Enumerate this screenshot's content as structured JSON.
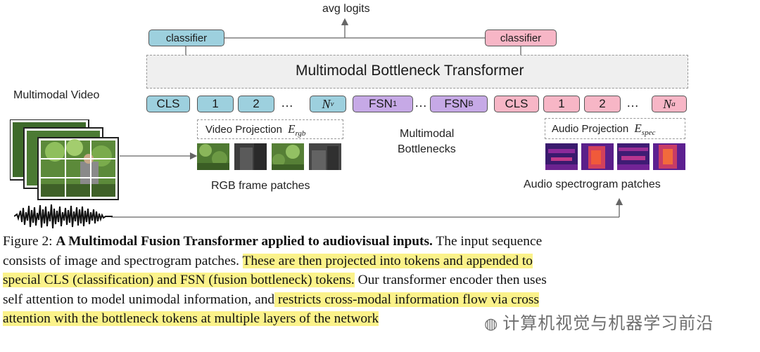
{
  "diagram": {
    "output_label": "avg logits",
    "classifier_left": "classifier",
    "classifier_right": "classifier",
    "transformer_label": "Multimodal Bottleneck Transformer",
    "input_label": "Multimodal Video",
    "tokens": {
      "video": [
        {
          "text": "CLS"
        },
        {
          "text": "1"
        },
        {
          "text": "2"
        },
        {
          "text": "…"
        },
        {
          "text": "N",
          "sub": "v"
        }
      ],
      "bottleneck": [
        {
          "text": "FSN",
          "sub": "1"
        },
        {
          "text": "…"
        },
        {
          "text": "FSN",
          "sub": "B"
        }
      ],
      "audio": [
        {
          "text": "CLS"
        },
        {
          "text": "1"
        },
        {
          "text": "2"
        },
        {
          "text": "…"
        },
        {
          "text": "N",
          "sub": "a"
        }
      ]
    },
    "video_projection": {
      "label": "Video Projection",
      "symbol": "E",
      "sub": "rgb"
    },
    "audio_projection": {
      "label": "Audio Projection",
      "symbol": "E",
      "sub": "spec"
    },
    "bottleneck_label_1": "Multimodal",
    "bottleneck_label_2": "Bottlenecks",
    "rgb_patches_label": "RGB frame patches",
    "audio_patches_label": "Audio spectrogram patches",
    "colors": {
      "video_token": "#9dd0de",
      "bottleneck_token": "#c6a9e6",
      "audio_token": "#f7b6c6",
      "highlight": "#fbf28a"
    }
  },
  "caption": {
    "lines": [
      [
        {
          "text": "Figure 2: ",
          "bold": false,
          "hl": false
        },
        {
          "text": "A Multimodal Fusion Transformer applied to audiovisual inputs.",
          "bold": true,
          "hl": false
        },
        {
          "text": " The input sequence",
          "bold": false,
          "hl": false
        }
      ],
      [
        {
          "text": "consists of image and spectrogram patches. ",
          "bold": false,
          "hl": false
        },
        {
          "text": "These are then projected into tokens and appended to",
          "bold": false,
          "hl": true
        }
      ],
      [
        {
          "text": "special CLS (classification) and FSN (fusion bottleneck) tokens.",
          "bold": false,
          "hl": true
        },
        {
          "text": " Our transformer encoder then uses",
          "bold": false,
          "hl": false
        }
      ],
      [
        {
          "text": "self attention to model unimodal information, and",
          "bold": false,
          "hl": false
        },
        {
          "text": " restricts cross-modal information flow via cross",
          "bold": false,
          "hl": true
        }
      ],
      [
        {
          "text": "attention with the bottleneck tokens at multiple layers of the network",
          "bold": false,
          "hl": true
        }
      ]
    ]
  },
  "watermark": "计算机视觉与机器学习前沿"
}
